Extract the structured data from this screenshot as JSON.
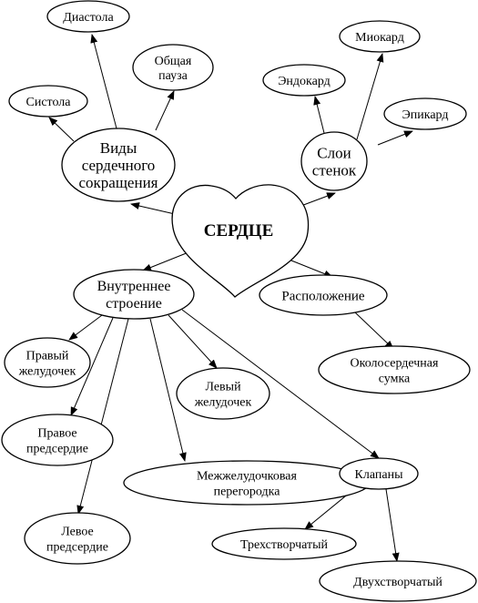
{
  "diagram": {
    "center": "СЕРДЦЕ",
    "nodes": {
      "vidy": [
        "Виды",
        "сердечного",
        "сокращения"
      ],
      "diastola": [
        "Диастола"
      ],
      "obshchaya_pauza": [
        "Общая",
        "пауза"
      ],
      "sistola": [
        "Систола"
      ],
      "sloi": [
        "Слои",
        "стенок"
      ],
      "miokard": [
        "Миокард"
      ],
      "endokard": [
        "Эндокард"
      ],
      "epikard": [
        "Эпикард"
      ],
      "vnutrennee": [
        "Внутреннее",
        "строение"
      ],
      "raspolozhenie": [
        "Расположение"
      ],
      "okoloserdechnaya": [
        "Околосердечная",
        "сумка"
      ],
      "pravyy_zheludochek": [
        "Правый",
        "желудочек"
      ],
      "levyy_zheludochek": [
        "Левый",
        "желудочек"
      ],
      "pravoe_predserdie": [
        "Правое",
        "предсердие"
      ],
      "mezhzheludochkovaya": [
        "Межжелудочковая",
        "перегородка"
      ],
      "klapany": [
        "Клапаны"
      ],
      "levoe_predserdie": [
        "Левое",
        "предсердие"
      ],
      "trekhstvorchatyy": [
        "Трехстворчатый"
      ],
      "dvukhstvorchatyy": [
        "Двухстворчатый"
      ]
    },
    "edges": [
      [
        "heart",
        "vidy"
      ],
      [
        "heart",
        "sloi"
      ],
      [
        "heart",
        "vnutrennee"
      ],
      [
        "heart",
        "raspolozhenie"
      ],
      [
        "vidy",
        "diastola"
      ],
      [
        "vidy",
        "obshchaya_pauza"
      ],
      [
        "vidy",
        "sistola"
      ],
      [
        "sloi",
        "miokard"
      ],
      [
        "sloi",
        "endokard"
      ],
      [
        "sloi",
        "epikard"
      ],
      [
        "raspolozhenie",
        "okoloserdechnaya"
      ],
      [
        "vnutrennee",
        "pravyy_zheludochek"
      ],
      [
        "vnutrennee",
        "pravoe_predserdie"
      ],
      [
        "vnutrennee",
        "levoe_predserdie"
      ],
      [
        "vnutrennee",
        "mezhzheludochkovaya"
      ],
      [
        "vnutrennee",
        "levyy_zheludochek"
      ],
      [
        "vnutrennee",
        "klapany"
      ],
      [
        "klapany",
        "trekhstvorchatyy"
      ],
      [
        "klapany",
        "dvukhstvorchatyy"
      ]
    ]
  }
}
